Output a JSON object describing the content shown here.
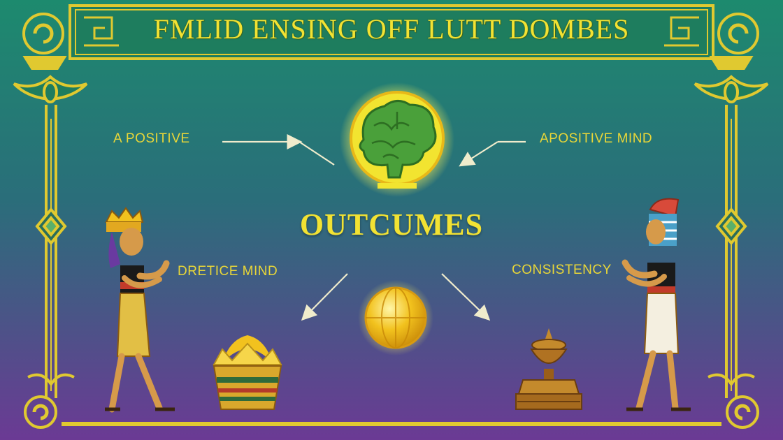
{
  "title": "FMLID ENSING OFF LUTT DOMBES",
  "center_heading": "OUTCUMES",
  "labels": {
    "top_left": "A   POSITIVE",
    "top_right": "APOSITIVE MIND",
    "mid_left": "DRETICE MIND",
    "mid_right": "CONSISTENCY"
  },
  "colors": {
    "background_top": "#1d8a6e",
    "background_bottom": "#6b3a94",
    "gold": "#e8d638",
    "gold_dark": "#b8901a",
    "brain_green": "#3f9a3a"
  },
  "icons": [
    "brain-icon",
    "globe-icon",
    "lotus-bowl-icon",
    "urn-icon",
    "left-figure",
    "right-figure"
  ]
}
